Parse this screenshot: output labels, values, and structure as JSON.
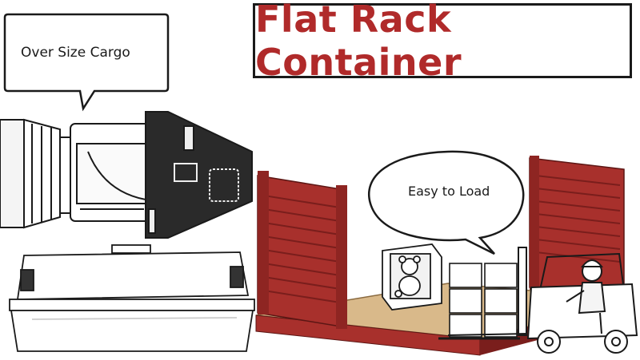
{
  "title": {
    "text": "Flat Rack Container",
    "color": "#b02a2a"
  },
  "bubbles": {
    "cargo_label": "Over Size Cargo",
    "load_label": "Easy to Load"
  },
  "colors": {
    "container_red": "#a8302c",
    "container_dark": "#7a1e1c",
    "wood": "#d9b98a",
    "ink": "#1a1a1a"
  }
}
